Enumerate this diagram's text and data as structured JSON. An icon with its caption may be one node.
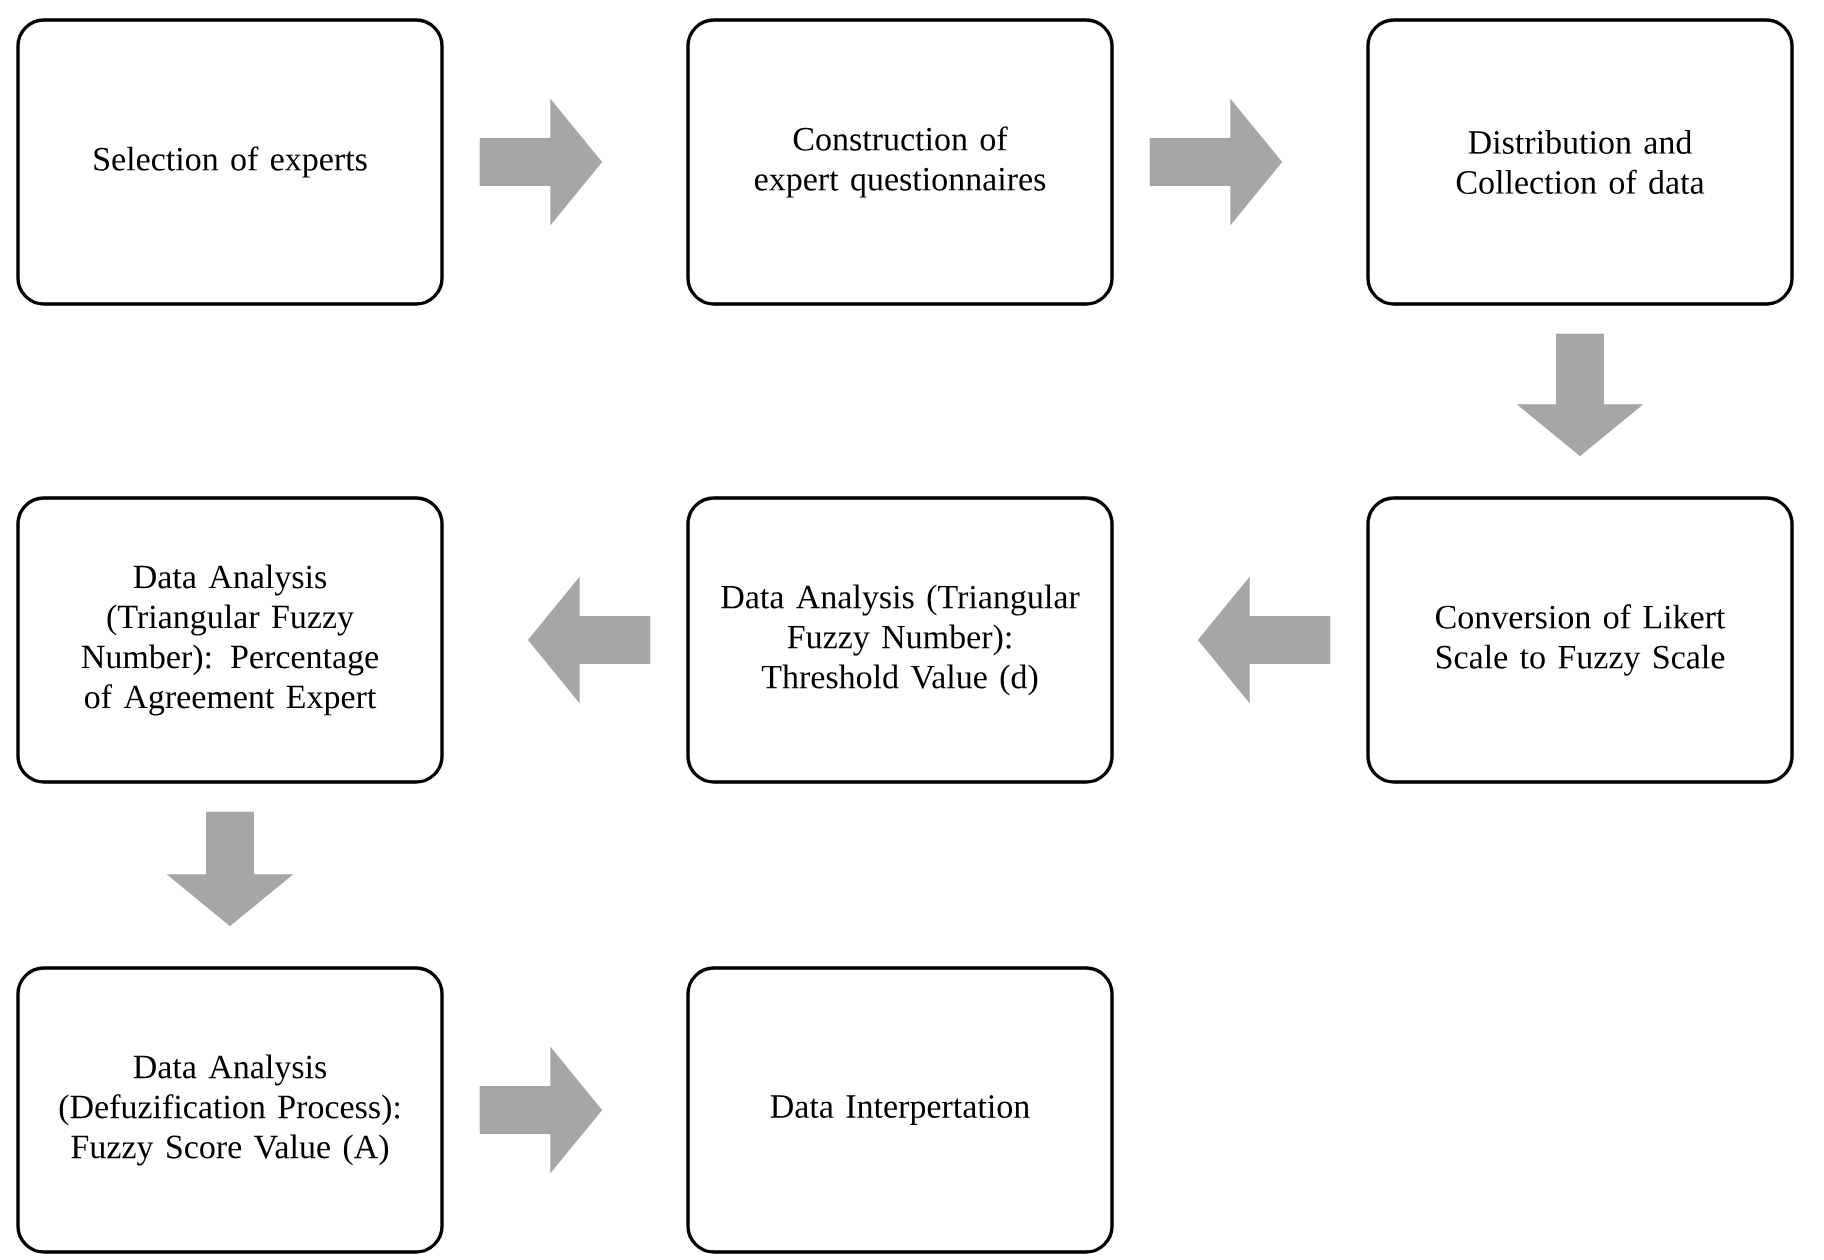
{
  "diagram": {
    "nodes": [
      {
        "text": [
          "Selection of experts"
        ]
      },
      {
        "text": [
          "Construction of expert questionnaires"
        ]
      },
      {
        "text": [
          "Distribution and Collection of data"
        ]
      },
      {
        "text": [
          "Conversion of Likert Scale to Fuzzy Scale"
        ]
      },
      {
        "text": [
          "Data Analysis (Triangular Fuzzy Number): Threshold Value (d)"
        ]
      },
      {
        "text": [
          "Data Analysis (Triangular Fuzzy Number): Percentage of Agreement Expert"
        ]
      },
      {
        "text": [
          "Data Analysis (Defuzification Process): Fuzzy Score Value (A)"
        ]
      },
      {
        "text": [
          "Data Interpertation"
        ]
      }
    ],
    "edges": [
      {
        "from": 0,
        "to": 1,
        "arrow": "to"
      },
      {
        "from": 1,
        "to": 2,
        "arrow": "to"
      },
      {
        "from": 2,
        "to": 3,
        "arrow": "to"
      },
      {
        "from": 3,
        "to": 4,
        "arrow": "to"
      },
      {
        "from": 4,
        "to": 5,
        "arrow": "to"
      },
      {
        "from": 5,
        "to": 6,
        "arrow": "to"
      },
      {
        "from": 6,
        "to": 7,
        "arrow": "to"
      }
    ]
  }
}
